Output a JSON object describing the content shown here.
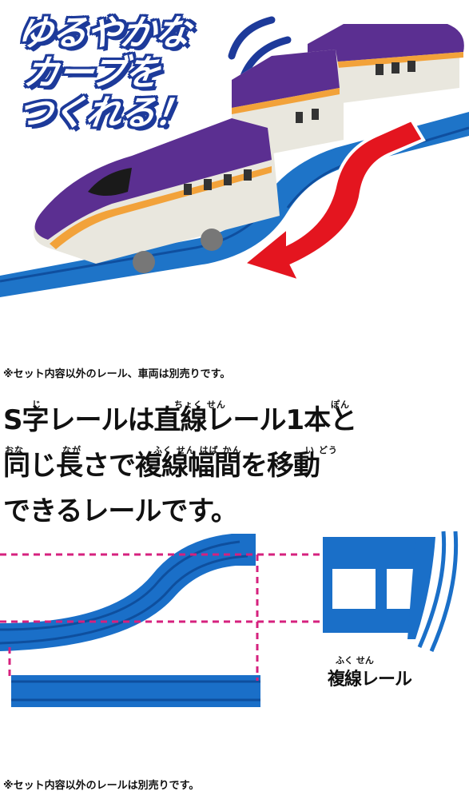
{
  "hero": {
    "slogan_lines": [
      "ゆるやかな",
      "カーブを",
      "つくれる！"
    ],
    "colors": {
      "train_purple": "#5b2f91",
      "train_orange": "#f2a23a",
      "rail_blue": "#1e74c8",
      "arrow_red": "#e4151f",
      "slogan_blue": "#1d3a9a"
    }
  },
  "note_top": "※セット内容以外のレール、車両は別売りです。",
  "description": {
    "lines": [
      {
        "text": "S字レールは直線レール1本と",
        "ruby": [
          {
            "text": "じ"
          },
          {
            "text": "ちょく せん"
          },
          {
            "text": "ぽん"
          }
        ]
      },
      {
        "text": "同じ長さで複線幅間を移動",
        "ruby": [
          {
            "text": "おな"
          },
          {
            "text": "なが"
          },
          {
            "text": "ふく せん はば かん"
          },
          {
            "text": "い どう"
          }
        ]
      },
      {
        "text": "できるレールです。",
        "ruby": []
      }
    ]
  },
  "diagram": {
    "double_rail_ruby": "ふく せん",
    "double_rail_label": "複線レール",
    "colors": {
      "rail": "#1a6fc8",
      "rail_dark": "#0e4f9e",
      "dash": "#d6217e"
    }
  },
  "note_bottom": "※セット内容以外のレールは別売りです。"
}
